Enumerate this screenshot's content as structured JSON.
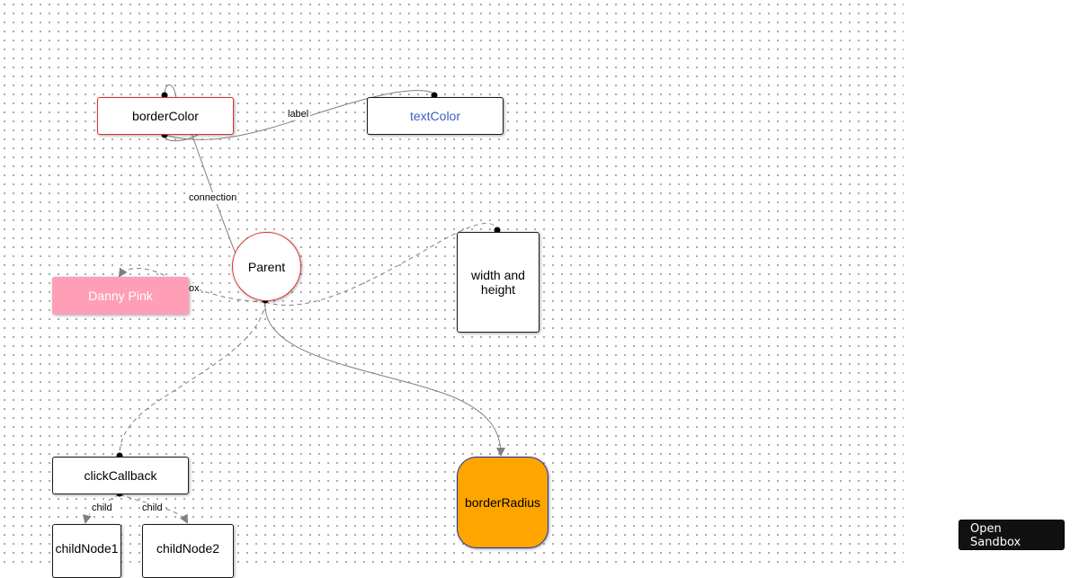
{
  "nodes": {
    "borderColor": {
      "label": "borderColor",
      "border": "#e0302b"
    },
    "textColor": {
      "label": "textColor",
      "text_color": "#3b5fc0"
    },
    "parent": {
      "label": "Parent",
      "border": "#e0302b"
    },
    "width_height": {
      "label": "width and height"
    },
    "danny_pink": {
      "label": "Danny Pink",
      "background": "#ff9fb7",
      "text_color": "#ffffff"
    },
    "click_callback": {
      "label": "clickCallback"
    },
    "border_radius": {
      "label": "borderRadius",
      "background": "#ffa500",
      "border": "#1f2ea8"
    },
    "child_node1": {
      "label": "childNode1"
    },
    "child_node2": {
      "label": "childNode2"
    }
  },
  "edge_labels": {
    "label": "label",
    "connection": "connection",
    "box": "ox",
    "child_left": "child",
    "child_right": "child"
  },
  "sandbox_button": {
    "label": "Open Sandbox"
  }
}
